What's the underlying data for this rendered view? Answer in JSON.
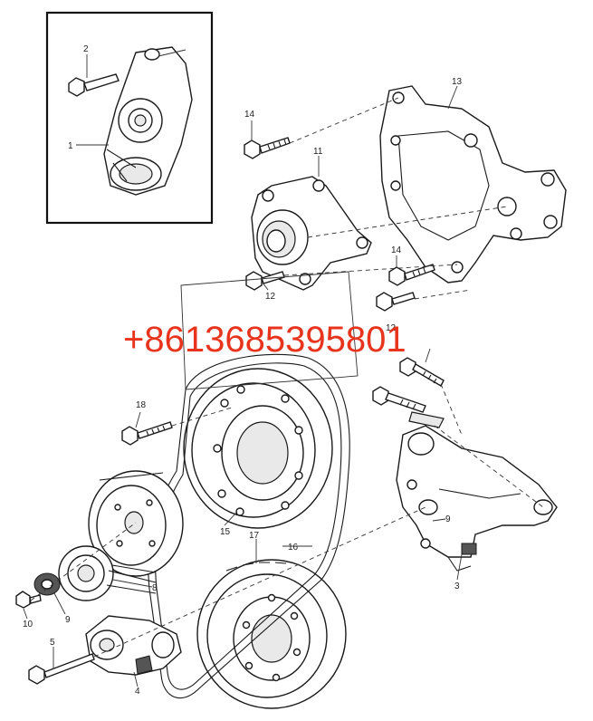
{
  "watermark": "+8613685395801",
  "callouts": {
    "c1": "1",
    "c2": "2",
    "c3": "3",
    "c4": "4",
    "c5": "5",
    "c8": "8",
    "c9a": "9",
    "c9b": "9",
    "c10": "10",
    "c11": "11",
    "c12a": "12",
    "c12b": "12",
    "c13": "13",
    "c14a": "14",
    "c14b": "14",
    "c15": "15",
    "c16": "16",
    "c17": "17",
    "c18": "18"
  },
  "icons": {
    "tensioner": "belt-tensioner-icon",
    "pulley": "pulley-icon",
    "bolt": "bolt-icon",
    "bracket": "bracket-icon",
    "belt": "drive-belt-icon"
  },
  "colors": {
    "line": "#1a1a1a",
    "watermark": "#e8341c"
  }
}
